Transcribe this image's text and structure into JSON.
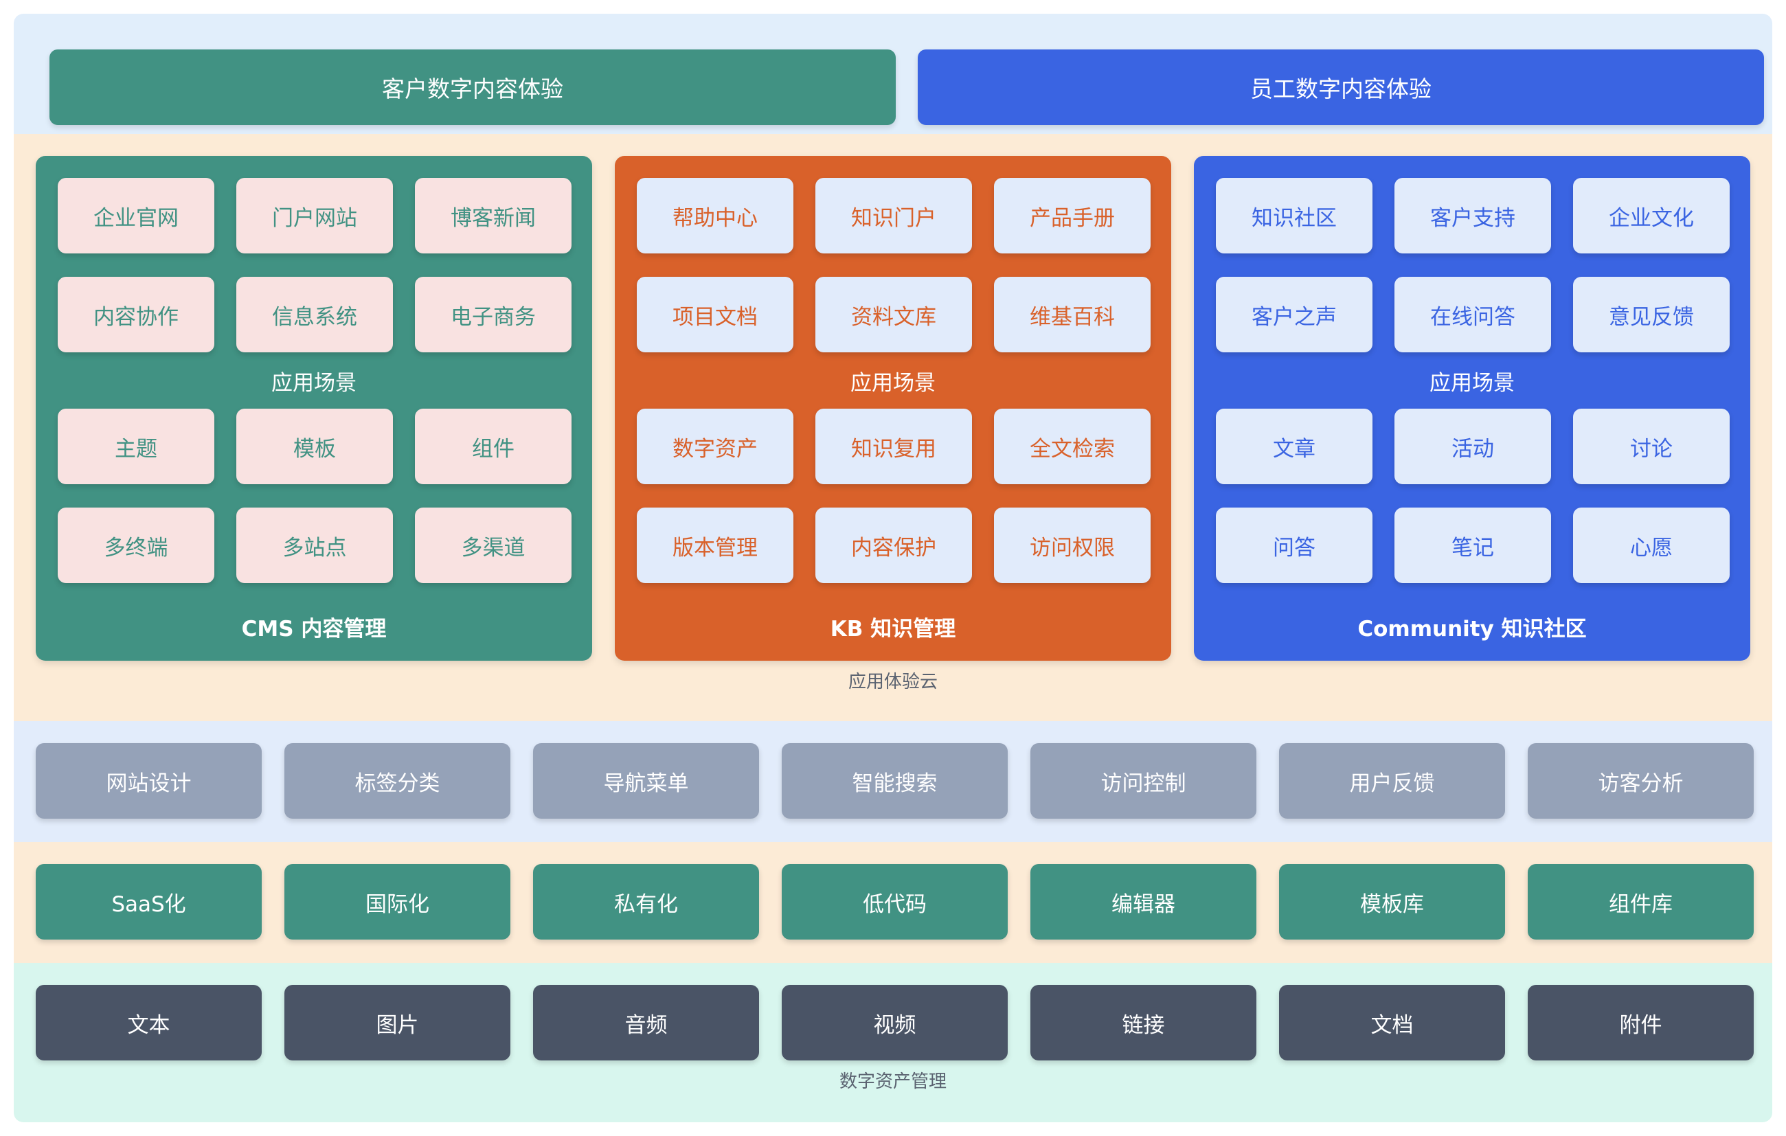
{
  "top": {
    "customer_experience": "客户数字内容体验",
    "employee_experience": "员工数字内容体验"
  },
  "app_cloud": {
    "caption": "应用体验云",
    "cms": {
      "title": "CMS 内容管理",
      "scene_label": "应用场景",
      "scenes": [
        "企业官网",
        "门户网站",
        "博客新闻",
        "内容协作",
        "信息系统",
        "电子商务"
      ],
      "features": [
        "主题",
        "模板",
        "组件",
        "多终端",
        "多站点",
        "多渠道"
      ]
    },
    "kb": {
      "title": "KB 知识管理",
      "scene_label": "应用场景",
      "scenes": [
        "帮助中心",
        "知识门户",
        "产品手册",
        "项目文档",
        "资料文库",
        "维基百科"
      ],
      "features": [
        "数字资产",
        "知识复用",
        "全文检索",
        "版本管理",
        "内容保护",
        "访问权限"
      ]
    },
    "community": {
      "title": "Community 知识社区",
      "scene_label": "应用场景",
      "scenes": [
        "知识社区",
        "客户支持",
        "企业文化",
        "客户之声",
        "在线问答",
        "意见反馈"
      ],
      "features": [
        "文章",
        "活动",
        "讨论",
        "问答",
        "笔记",
        "心愿"
      ]
    }
  },
  "functions": [
    "网站设计",
    "标签分类",
    "导航菜单",
    "智能搜索",
    "访问控制",
    "用户反馈",
    "访客分析"
  ],
  "tech": [
    "SaaS化",
    "国际化",
    "私有化",
    "低代码",
    "编辑器",
    "模板库",
    "组件库"
  ],
  "assets": {
    "items": [
      "文本",
      "图片",
      "音频",
      "视频",
      "链接",
      "文档",
      "附件"
    ],
    "caption": "数字资产管理"
  }
}
